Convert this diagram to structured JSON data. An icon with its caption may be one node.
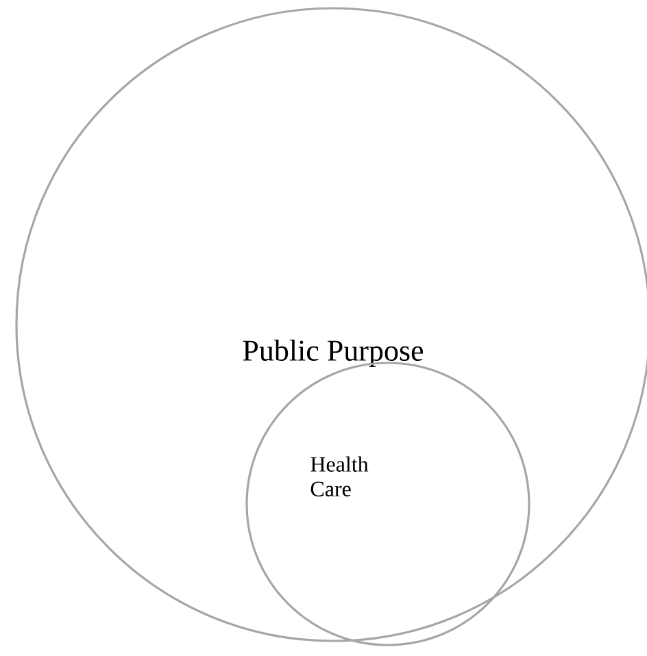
{
  "diagram": {
    "nodes": [
      {
        "text": [
          "Public Purpose"
        ]
      },
      {
        "text": [
          "Health Care"
        ],
        "in": 0
      }
    ]
  }
}
